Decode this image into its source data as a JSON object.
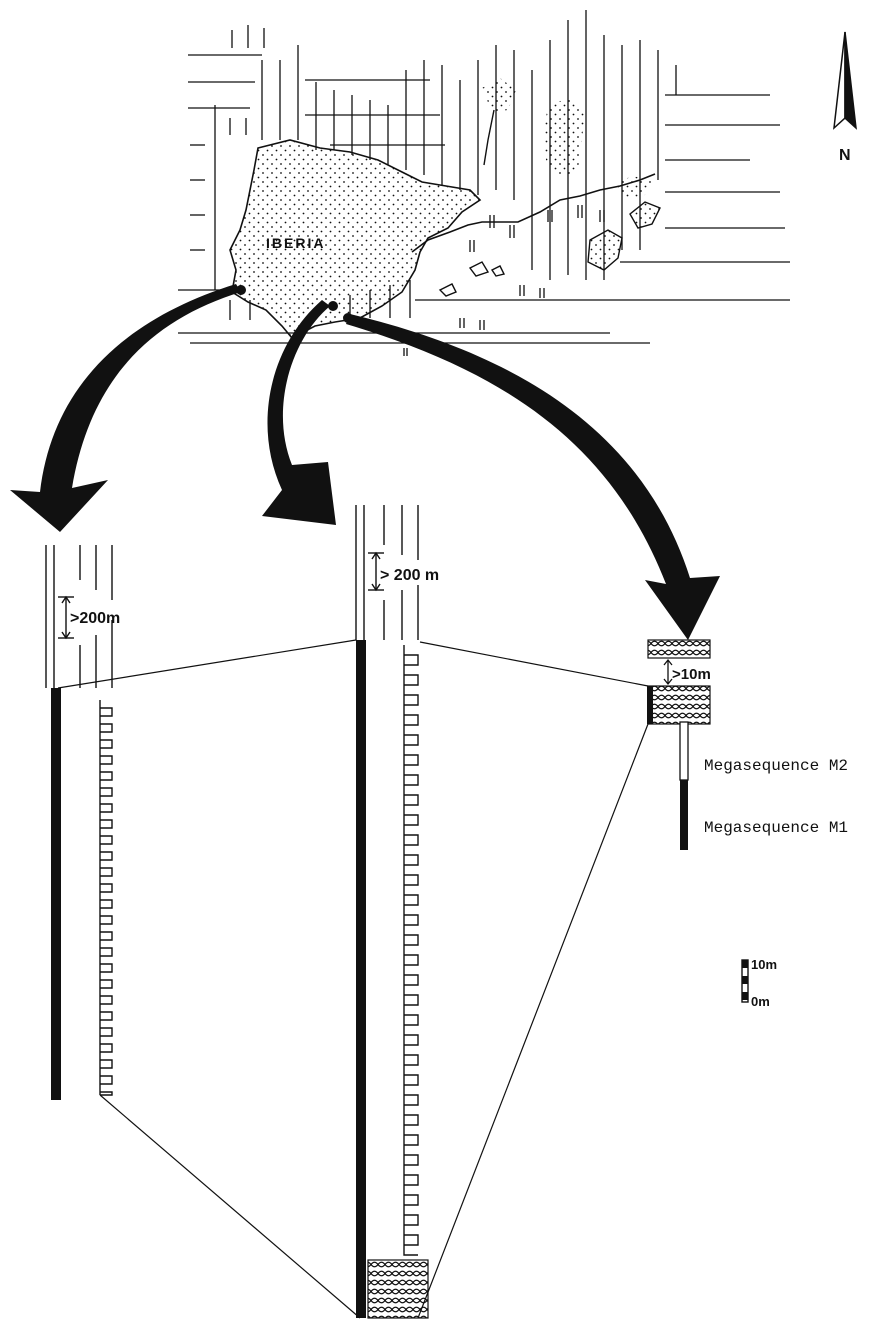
{
  "map": {
    "region_label": "IBERIA",
    "north_label": "N"
  },
  "columns": {
    "left_thickness": ">200m",
    "middle_thickness": "> 200 m",
    "right_thickness": ">10m"
  },
  "legend": {
    "m2_label": "Megasequence M2",
    "m1_label": "Megasequence M1"
  },
  "scale": {
    "top_label": "10m",
    "bottom_label": "0m"
  },
  "colors": {
    "ink": "#111111",
    "paper": "#ffffff"
  }
}
